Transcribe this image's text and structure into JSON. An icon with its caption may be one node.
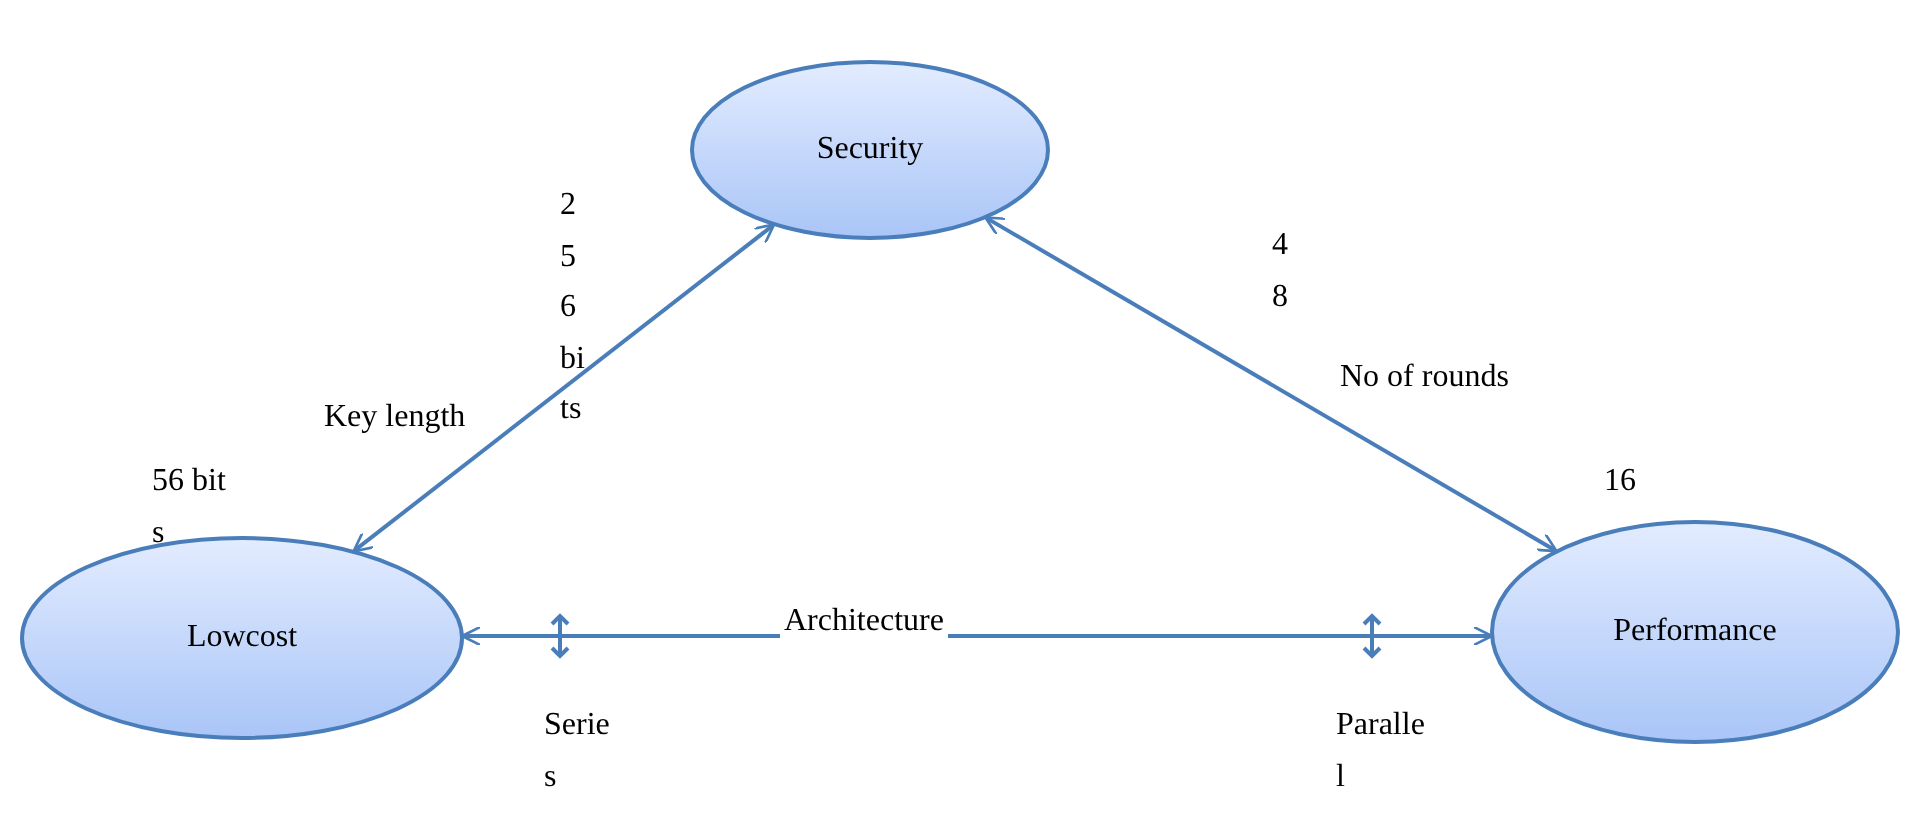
{
  "diagram": {
    "nodes": [
      {
        "text": [
          "Security"
        ]
      },
      {
        "text": [
          "Lowcost"
        ]
      },
      {
        "text": [
          "Performance"
        ]
      }
    ],
    "edges": [
      {
        "from": 1,
        "to": 0,
        "arrow": "both",
        "label": "Key length"
      },
      {
        "from": 0,
        "to": 2,
        "arrow": "both",
        "label": "No of rounds"
      },
      {
        "from": 1,
        "to": 2,
        "arrow": "both",
        "label": "Architecture"
      }
    ],
    "labels": [
      "256 bits",
      "56 bits",
      "48",
      "16",
      "Series",
      "Parallel"
    ]
  }
}
